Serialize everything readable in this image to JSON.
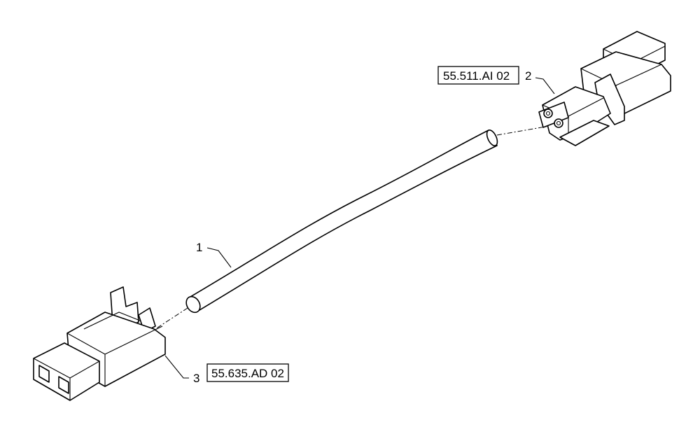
{
  "callouts": [
    {
      "item": "1"
    },
    {
      "item": "2",
      "reference": "55.511.AI 02"
    },
    {
      "item": "3",
      "reference": "55.635.AD 02"
    }
  ],
  "parts": {
    "wire": "wire",
    "connector_right": "2-pin connector (receptacle)",
    "connector_left": "2-pin connector (plug)"
  }
}
